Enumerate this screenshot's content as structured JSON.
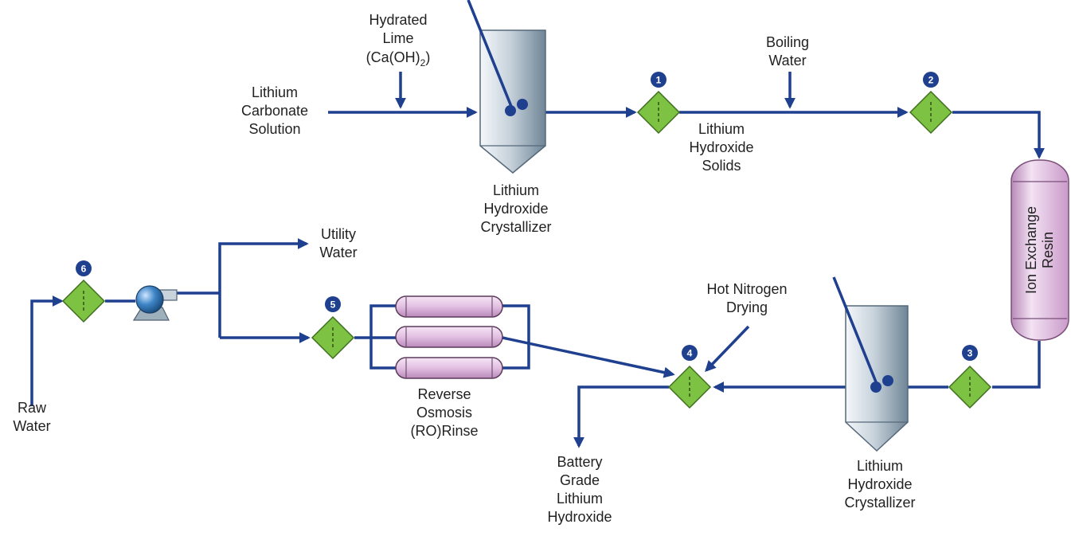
{
  "labels": {
    "lithium_carbonate_solution": [
      "Lithium",
      "Carbonate",
      "Solution"
    ],
    "hydrated_lime": [
      "Hydrated",
      "Lime",
      "(Ca(OH)",
      "2",
      ")"
    ],
    "boiling_water": [
      "Boiling",
      "Water"
    ],
    "crystallizer_1": [
      "Lithium",
      "Hydroxide",
      "Crystallizer"
    ],
    "lithium_hydroxide_solids": [
      "Lithium",
      "Hydroxide",
      "Solids"
    ],
    "ion_exchange_resin": [
      "Ion Exchange",
      "Resin"
    ],
    "utility_water": [
      "Utility",
      "Water"
    ],
    "hot_nitrogen_drying": [
      "Hot Nitrogen",
      "Drying"
    ],
    "raw_water": [
      "Raw",
      "Water"
    ],
    "reverse_osmosis": [
      "Reverse",
      "Osmosis",
      "(RO)Rinse"
    ],
    "battery_grade": [
      "Battery",
      "Grade",
      "Lithium",
      "Hydroxide"
    ],
    "crystallizer_2": [
      "Lithium",
      "Hydroxide",
      "Crystallizer"
    ]
  },
  "filters": [
    {
      "id": "filter-1",
      "number": "1"
    },
    {
      "id": "filter-2",
      "number": "2"
    },
    {
      "id": "filter-3",
      "number": "3"
    },
    {
      "id": "filter-4",
      "number": "4"
    },
    {
      "id": "filter-5",
      "number": "5"
    },
    {
      "id": "filter-6",
      "number": "6"
    }
  ],
  "colors": {
    "pipe": "#1f3f8f",
    "filter_fill": "#7dc242",
    "filter_stroke": "#3f6f1f",
    "badge": "#1f3f8f",
    "vessel_steel": "#9fb0bd",
    "resin_pink": "#d9b3d9",
    "label": "#222222"
  }
}
